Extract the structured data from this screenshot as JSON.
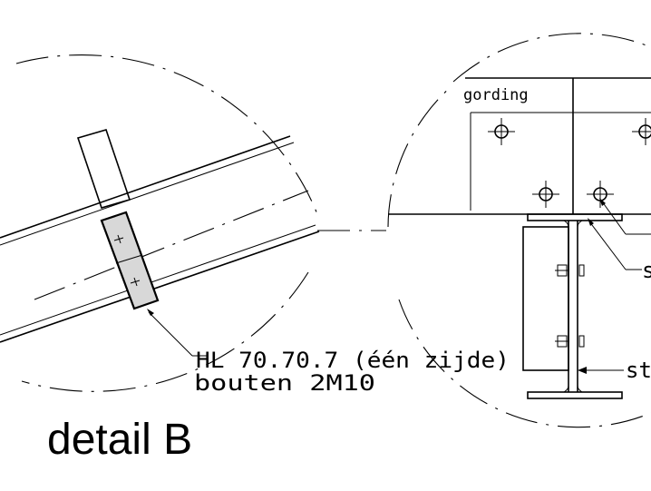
{
  "labels": {
    "gording": "gording",
    "plate_note": "HL 70.70.7 (één zijde)",
    "bolt_note": "bouten 2M10",
    "leader_s": "s",
    "leader_st": "st"
  },
  "title": "detail B"
}
